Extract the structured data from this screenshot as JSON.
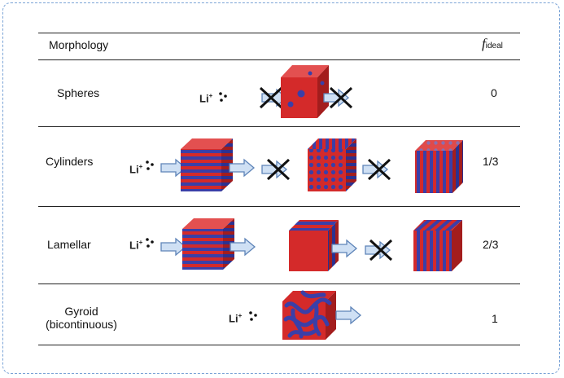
{
  "header": {
    "morphology_label": "Morphology",
    "f_symbol": "f",
    "f_subscript": "ideal"
  },
  "li_label": "Li",
  "li_superscript": "+",
  "rows": [
    {
      "name": "Spheres",
      "value": "0"
    },
    {
      "name": "Cylinders",
      "value": "1/3"
    },
    {
      "name": "Lamellar",
      "value": "2/3"
    },
    {
      "name": "Gyroid",
      "name_line2": "(bicontinuous)",
      "value": "1"
    }
  ],
  "colors": {
    "red": "#d42a2a",
    "red_dark": "#8e1616",
    "blue": "#3a3fa8",
    "arrow_fill": "#cfe0f4",
    "arrow_stroke": "#5e84b8",
    "frame": "#7aa3d6"
  },
  "icons": [
    "cube-icon",
    "arrow-icon",
    "cross-icon",
    "li-ion-dots-icon"
  ]
}
